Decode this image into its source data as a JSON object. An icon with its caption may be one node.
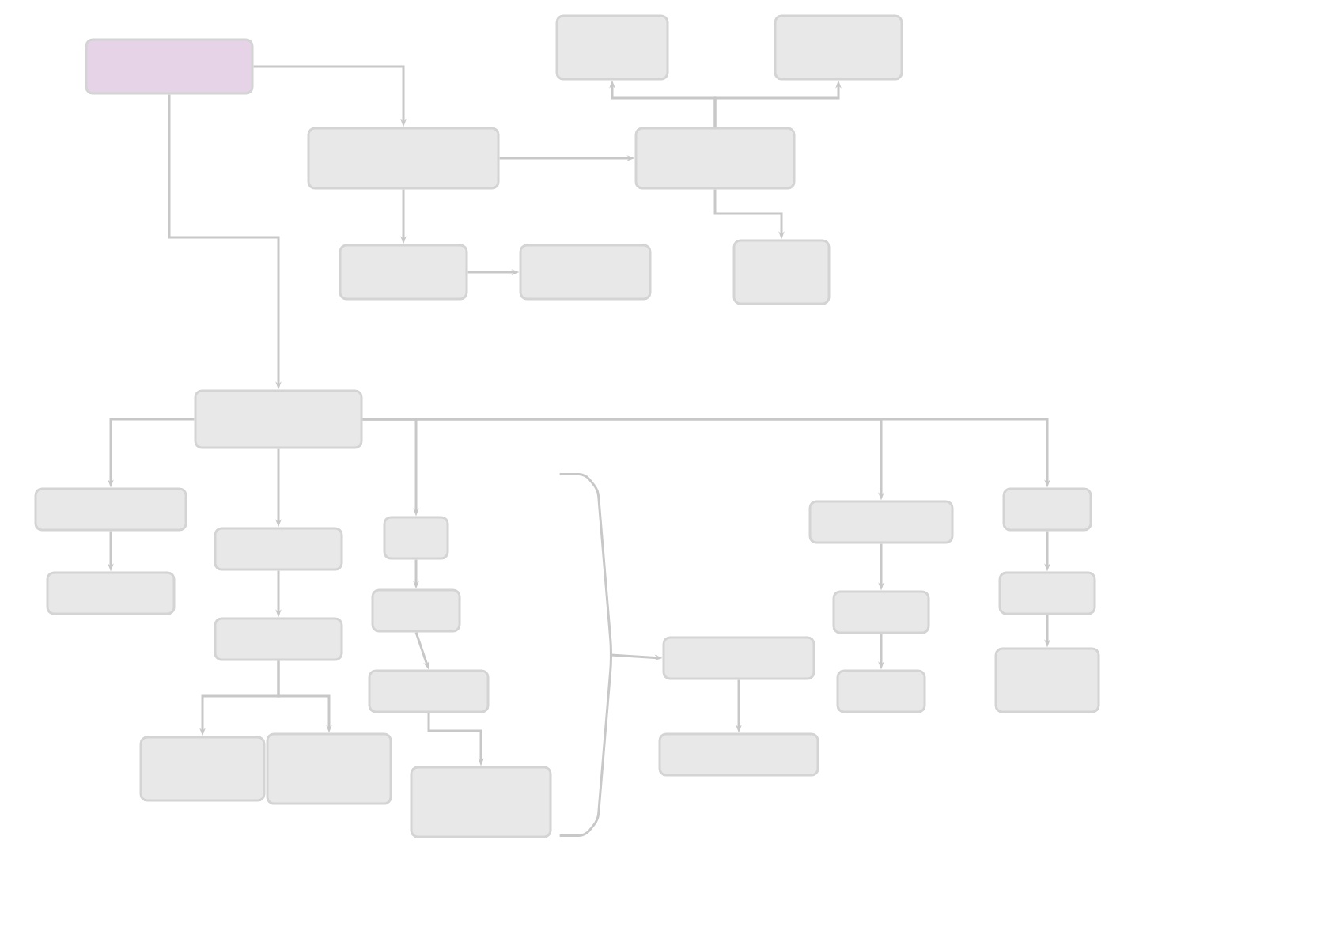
{
  "diagram": {
    "nodes": [
      {
        "text": [],
        "shape": "box"
      },
      {
        "text": [],
        "shape": "box"
      },
      {
        "text": [],
        "shape": "box"
      },
      {
        "text": [],
        "shape": "box"
      },
      {
        "text": [],
        "shape": "box"
      },
      {
        "text": [],
        "shape": "box"
      },
      {
        "text": [],
        "shape": "box"
      },
      {
        "text": [],
        "shape": "box"
      },
      {
        "text": [],
        "shape": "box"
      },
      {
        "text": [],
        "shape": "box"
      },
      {
        "text": [],
        "shape": "box"
      },
      {
        "text": [],
        "shape": "box"
      },
      {
        "text": [],
        "shape": "box"
      },
      {
        "text": [],
        "shape": "box"
      },
      {
        "text": [],
        "shape": "box"
      },
      {
        "text": [],
        "shape": "box"
      },
      {
        "text": [],
        "shape": "box"
      },
      {
        "text": [],
        "shape": "box"
      },
      {
        "text": [],
        "shape": "box"
      },
      {
        "text": [],
        "shape": "box"
      },
      {
        "text": [],
        "shape": "box"
      },
      {
        "text": [],
        "shape": "box"
      },
      {
        "text": [],
        "shape": "box"
      },
      {
        "text": [],
        "shape": "box"
      },
      {
        "text": [],
        "shape": "box"
      },
      {
        "text": [],
        "shape": "box"
      },
      {
        "text": [],
        "shape": "box"
      },
      {
        "text": [],
        "shape": "bracket"
      }
    ],
    "edges": [
      {
        "from": 0,
        "to": 1,
        "arrow": "to"
      },
      {
        "from": 0,
        "to": 8,
        "arrow": "to"
      },
      {
        "from": 1,
        "to": 4,
        "arrow": "to"
      },
      {
        "from": 1,
        "to": 5,
        "arrow": "to"
      },
      {
        "from": 5,
        "to": 6,
        "arrow": "to"
      },
      {
        "from": 4,
        "to": 2,
        "arrow": "to"
      },
      {
        "from": 4,
        "to": 3,
        "arrow": "to"
      },
      {
        "from": 4,
        "to": 7,
        "arrow": "to"
      },
      {
        "from": 8,
        "to": 9,
        "arrow": "to"
      },
      {
        "from": 8,
        "to": 11,
        "arrow": "to"
      },
      {
        "from": 8,
        "to": 15,
        "arrow": "to"
      },
      {
        "from": 8,
        "to": 21,
        "arrow": "to"
      },
      {
        "from": 8,
        "to": 24,
        "arrow": "to"
      },
      {
        "from": 9,
        "to": 10,
        "arrow": "to"
      },
      {
        "from": 11,
        "to": 12,
        "arrow": "to"
      },
      {
        "from": 12,
        "to": 13,
        "arrow": "to"
      },
      {
        "from": 12,
        "to": 14,
        "arrow": "to"
      },
      {
        "from": 15,
        "to": 16,
        "arrow": "to"
      },
      {
        "from": 16,
        "to": 17,
        "arrow": "to"
      },
      {
        "from": 17,
        "to": 18,
        "arrow": "to"
      },
      {
        "from": 27,
        "to": 19,
        "arrow": "to"
      },
      {
        "from": 19,
        "to": 20,
        "arrow": "to"
      },
      {
        "from": 21,
        "to": 22,
        "arrow": "to"
      },
      {
        "from": 22,
        "to": 23,
        "arrow": "to"
      },
      {
        "from": 24,
        "to": 25,
        "arrow": "to"
      },
      {
        "from": 25,
        "to": 26,
        "arrow": "to"
      }
    ]
  }
}
